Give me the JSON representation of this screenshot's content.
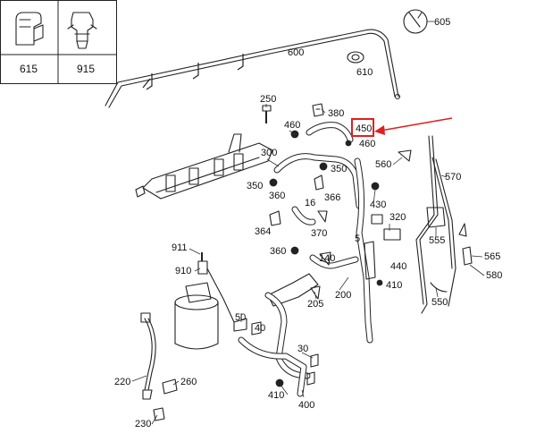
{
  "thumbnails": [
    {
      "id": "615",
      "label": "615"
    },
    {
      "id": "915",
      "label": "915"
    }
  ],
  "labels": [
    {
      "id": "605",
      "text": "605"
    },
    {
      "id": "600",
      "text": "600"
    },
    {
      "id": "610",
      "text": "610"
    },
    {
      "id": "250",
      "text": "250"
    },
    {
      "id": "380",
      "text": "380"
    },
    {
      "id": "460a",
      "text": "460"
    },
    {
      "id": "450",
      "text": "450"
    },
    {
      "id": "460b",
      "text": "460"
    },
    {
      "id": "300",
      "text": "300"
    },
    {
      "id": "560",
      "text": "560"
    },
    {
      "id": "350a",
      "text": "350"
    },
    {
      "id": "350b",
      "text": "350"
    },
    {
      "id": "570",
      "text": "570"
    },
    {
      "id": "360a",
      "text": "360"
    },
    {
      "id": "366",
      "text": "366"
    },
    {
      "id": "430",
      "text": "430"
    },
    {
      "id": "16",
      "text": "16"
    },
    {
      "id": "320",
      "text": "320"
    },
    {
      "id": "364",
      "text": "364"
    },
    {
      "id": "370",
      "text": "370"
    },
    {
      "id": "555",
      "text": "555"
    },
    {
      "id": "5",
      "text": "5"
    },
    {
      "id": "911",
      "text": "911"
    },
    {
      "id": "360b",
      "text": "360"
    },
    {
      "id": "140",
      "text": "140"
    },
    {
      "id": "565",
      "text": "565"
    },
    {
      "id": "910",
      "text": "910"
    },
    {
      "id": "440",
      "text": "440"
    },
    {
      "id": "580",
      "text": "580"
    },
    {
      "id": "410a",
      "text": "410"
    },
    {
      "id": "200",
      "text": "200"
    },
    {
      "id": "205",
      "text": "205"
    },
    {
      "id": "550",
      "text": "550"
    },
    {
      "id": "50",
      "text": "50"
    },
    {
      "id": "40",
      "text": "40"
    },
    {
      "id": "30",
      "text": "30"
    },
    {
      "id": "220",
      "text": "220"
    },
    {
      "id": "260",
      "text": "260"
    },
    {
      "id": "410b",
      "text": "410"
    },
    {
      "id": "400",
      "text": "400"
    },
    {
      "id": "230",
      "text": "230"
    }
  ],
  "highlight": {
    "label_id": "450",
    "color": "#e02020"
  }
}
